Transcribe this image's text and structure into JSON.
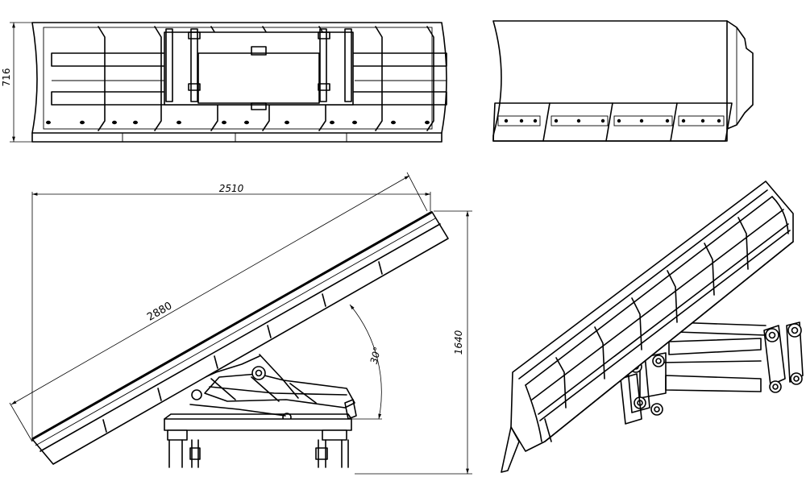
{
  "dimensions": {
    "front_height": "716",
    "width": "2510",
    "blade_length": "2880",
    "height": "1640",
    "angle": "30°"
  }
}
